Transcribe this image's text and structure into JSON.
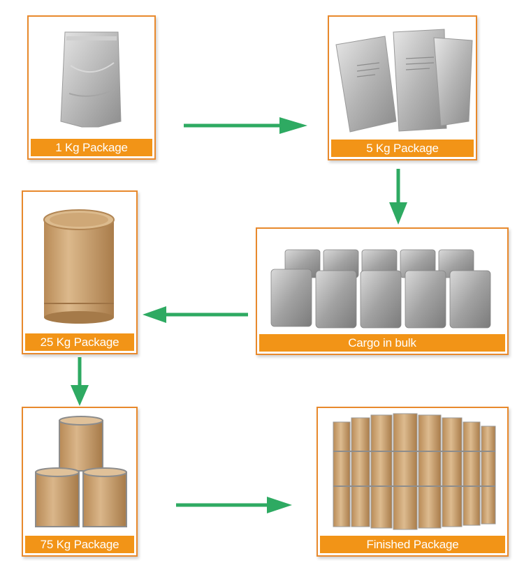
{
  "diagram": {
    "accent_color": "#f29417",
    "border_color": "#e8892c",
    "arrow_color": "#2eaa62",
    "steps": [
      {
        "label": "1 Kg Package",
        "icon": "foil-pouch-icon"
      },
      {
        "label": "5 Kg Package",
        "icon": "foil-bags-icon"
      },
      {
        "label": "Cargo in bulk",
        "icon": "bulk-bags-icon"
      },
      {
        "label": "25 Kg Package",
        "icon": "fiber-drum-icon"
      },
      {
        "label": "75 Kg Package",
        "icon": "stacked-drums-icon"
      },
      {
        "label": "Finished Package",
        "icon": "drum-pallet-icon"
      }
    ]
  }
}
